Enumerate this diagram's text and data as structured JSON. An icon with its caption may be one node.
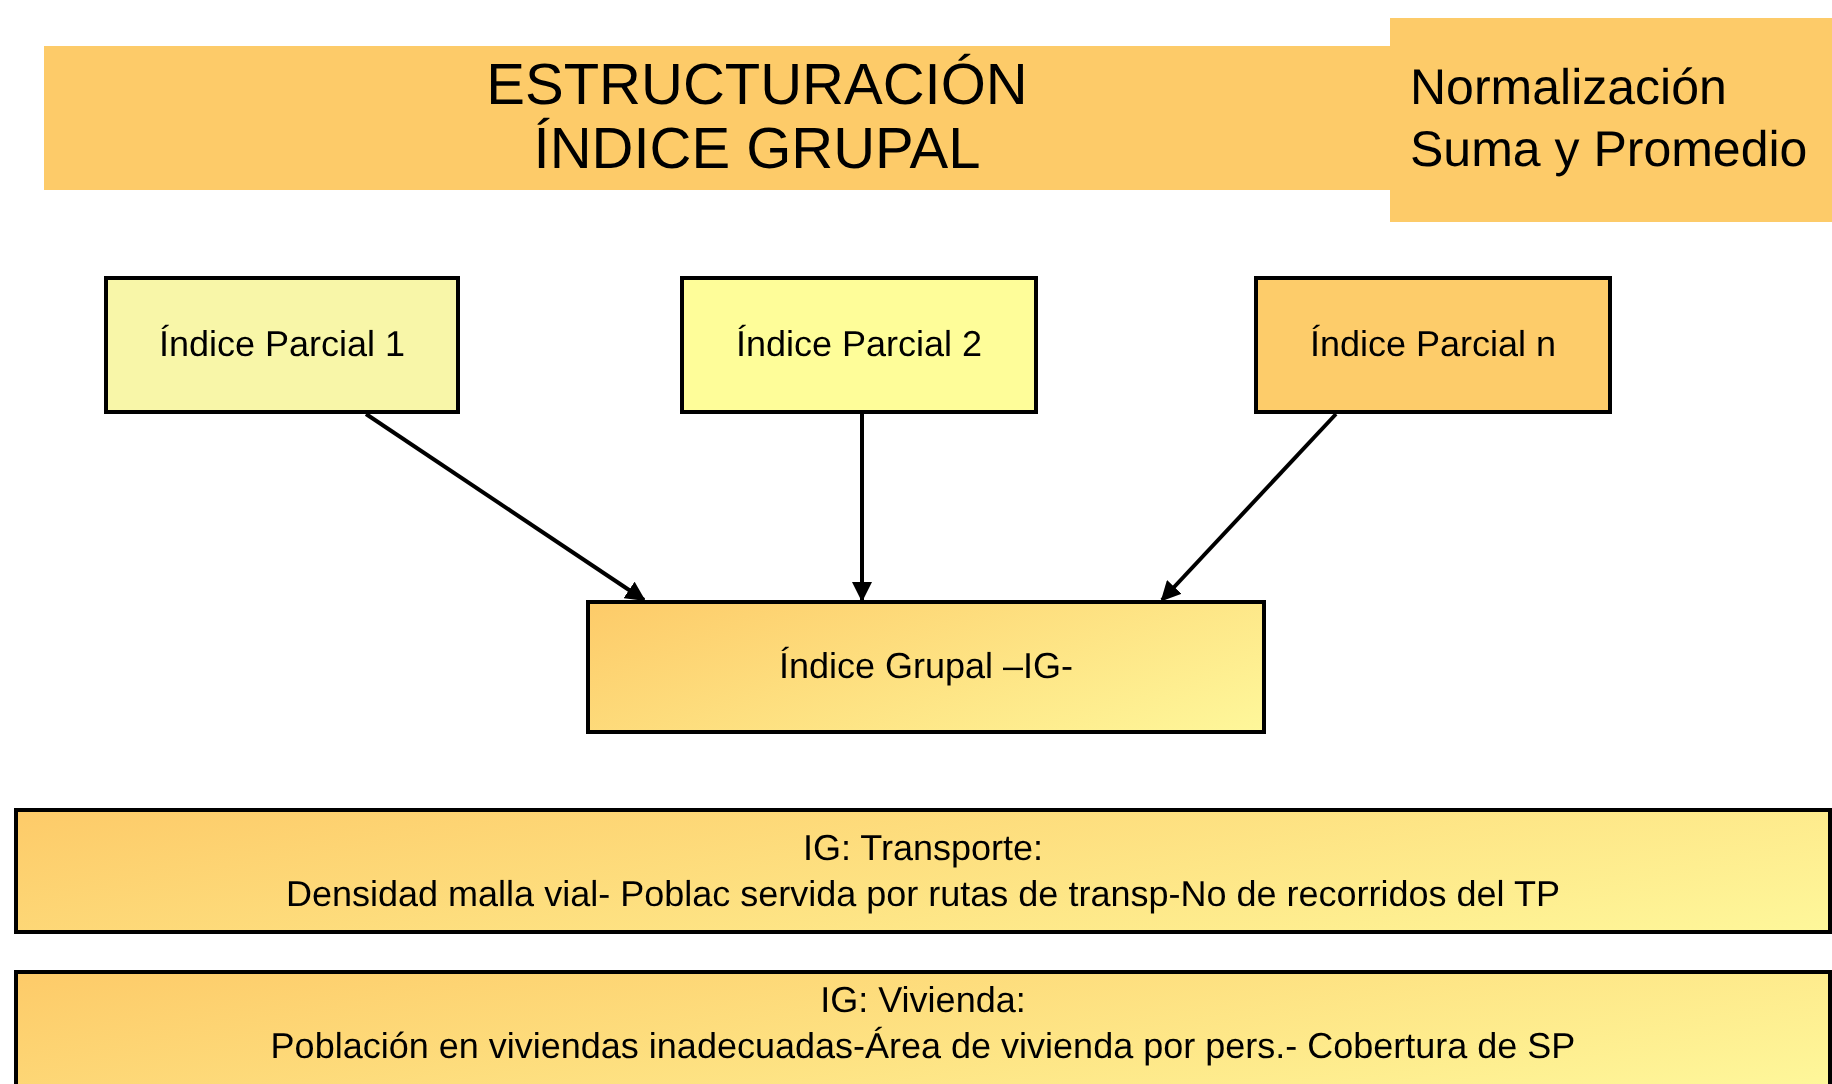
{
  "diagram": {
    "nodes": [
      {
        "text": [
          "ESTRUCTURACIÓN ÍNDICE GRUPAL"
        ]
      },
      {
        "text": [
          "Normalización Suma y Promedio"
        ]
      },
      {
        "text": [
          "Índice Parcial 1"
        ]
      },
      {
        "text": [
          "Índice Parcial 2"
        ]
      },
      {
        "text": [
          "Índice Parcial n"
        ]
      },
      {
        "text": [
          "Índice Grupal –IG-"
        ]
      },
      {
        "text": [
          "IG: Transporte:",
          "Densidad malla vial- Poblac servida por rutas de transp-No de recorridos del TP"
        ]
      },
      {
        "text": [
          "IG: Vivienda:",
          "Población en viviendas inadecuadas-Área de vivienda por pers.- Cobertura de SP"
        ]
      }
    ],
    "edges": [
      {
        "from": 2,
        "to": 5,
        "arrow": "to"
      },
      {
        "from": 3,
        "to": 5,
        "arrow": "to"
      },
      {
        "from": 4,
        "to": 5,
        "arrow": "to"
      }
    ]
  }
}
